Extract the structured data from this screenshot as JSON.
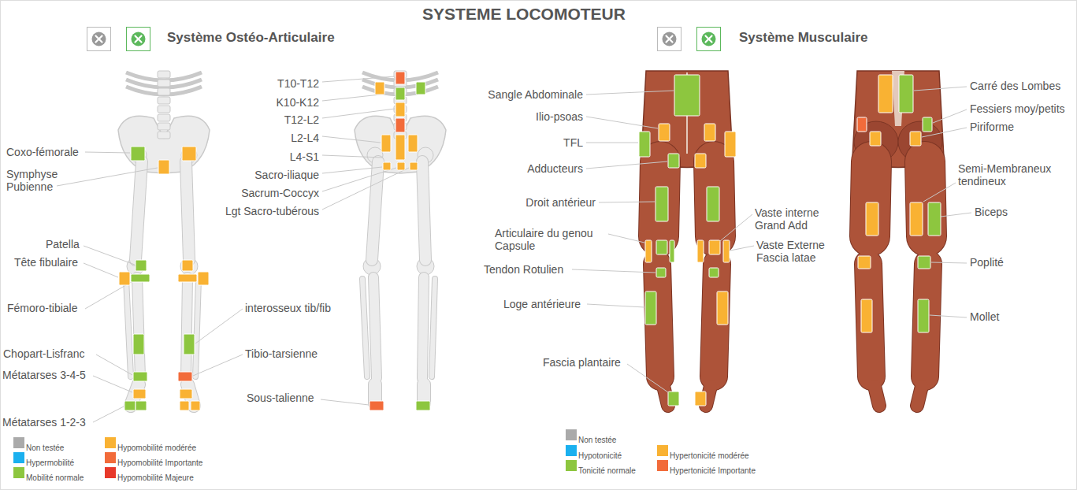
{
  "diagram": {
    "title": "SYSTEME LOCOMOTEUR",
    "labels": [
      "Système Ostéo-Articulaire",
      "Système Musculaire",
      "Coxo-fémorale",
      "Symphyse Pubienne",
      "Patella",
      "Tête fibulaire",
      "Fémoro-tibiale",
      "Chopart-Lisfranc",
      "Métatarses 3-4-5",
      "Métatarses 1-2-3",
      "T10-T12",
      "K10-K12",
      "T12-L2",
      "L2-L4",
      "L4-S1",
      "Sacro-iliaque",
      "Sacrum-Coccyx",
      "Lgt Sacro-tubérous",
      "interosseux tib/fib",
      "Tibio-tarsienne",
      "Sous-talienne",
      "Sangle Abdominale",
      "Ilio-psoas",
      "TFL",
      "Adducteurs",
      "Droit antérieur",
      "Articulaire du genou Capsule",
      "Tendon Rotulien",
      "Loge antérieure",
      "Fascia plantaire",
      "Vaste interne Grand Add",
      "Vaste Externe Fascia latae",
      "Carré des Lombes",
      "Fessiers moy/petits",
      "Piriforme",
      "Semi-Membraneux tendineux",
      "Biceps",
      "Poplité",
      "Mollet"
    ],
    "legend": [
      {
        "text": "Non testée",
        "color": "#aaaaaa"
      },
      {
        "text": "Hypermobilité",
        "color": "#1ab0ef"
      },
      {
        "text": "Mobilité normale",
        "color": "#8dc63f"
      },
      {
        "text": "Hypomobilité modérée",
        "color": "#f9b233"
      },
      {
        "text": "Hypomobilité Importante",
        "color": "#f26b3a"
      },
      {
        "text": "Hypomobilité Majeure",
        "color": "#e8392a"
      },
      {
        "text": "Non testée",
        "color": "#aaaaaa"
      },
      {
        "text": "Hypotonicité",
        "color": "#1ab0ef"
      },
      {
        "text": "Tonicité normale",
        "color": "#8dc63f"
      },
      {
        "text": "Hypertonicité modérée",
        "color": "#f9b233"
      },
      {
        "text": "Hypertonicité Importante",
        "color": "#f26b3a"
      }
    ]
  }
}
